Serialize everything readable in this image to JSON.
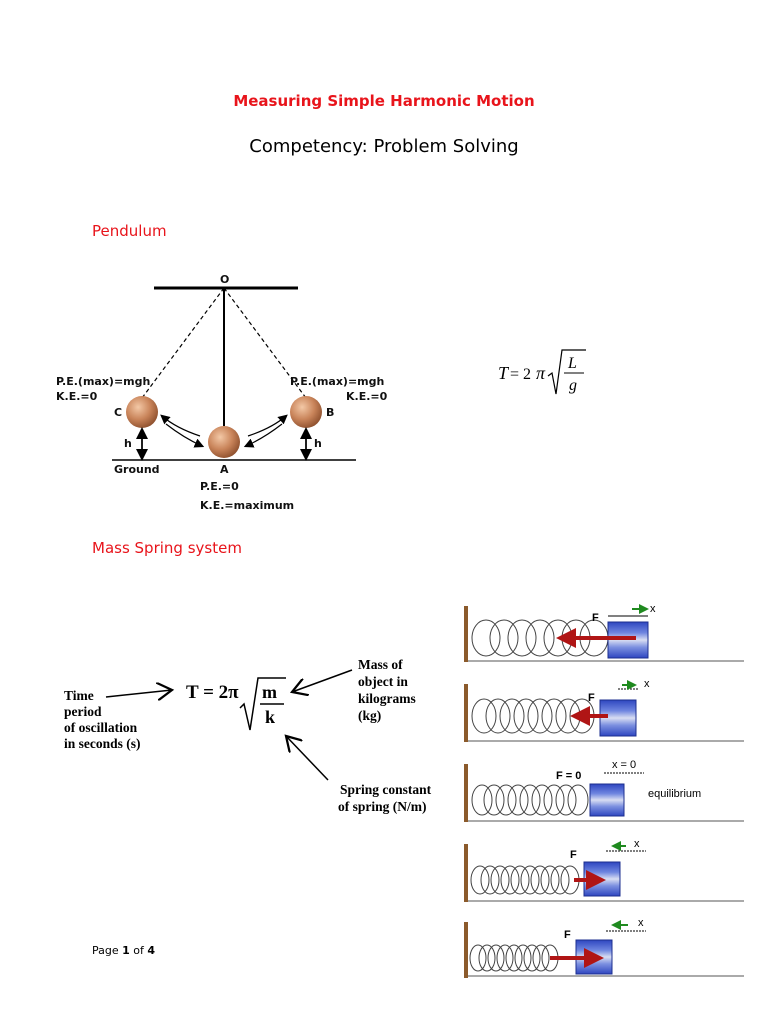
{
  "document": {
    "title": "Measuring Simple Harmonic Motion",
    "subtitle": "Competency: Problem Solving",
    "footer": {
      "prefix": "Page ",
      "page": "1",
      "middle": " of ",
      "total": "4"
    }
  },
  "pendulum": {
    "heading": "Pendulum",
    "pivot_label": "O",
    "left_energy_1": "P.E.(max)=mgh",
    "left_energy_2": "K.E.=0",
    "right_energy_1": "P.E.(max)=mgh",
    "right_energy_2": "K.E.=0",
    "label_c": "C",
    "label_b": "B",
    "label_a": "A",
    "height_label": "h",
    "ground_label": "Ground",
    "bottom_energy_1": "P.E.=0",
    "bottom_energy_2": "K.E.=maximum",
    "formula": {
      "lhs": "T",
      "eq": " = 2",
      "pi": "π",
      "num": "L",
      "den": "g"
    }
  },
  "mass_spring": {
    "heading": "Mass Spring system",
    "formula": {
      "lhs": "T = 2π",
      "num": "m",
      "den": "k"
    },
    "label_time": [
      "Time",
      "period",
      "of oscillation",
      "in seconds (s)"
    ],
    "label_mass": [
      "Mass of",
      "object in",
      "kilograms",
      "(kg)"
    ],
    "label_spring": [
      "Spring constant",
      "of spring (N/m)"
    ],
    "panels": [
      {
        "force": "F",
        "disp": "x"
      },
      {
        "force": "F",
        "disp": "x"
      },
      {
        "force": "F = 0",
        "disp": "x = 0",
        "note": "equilibrium"
      },
      {
        "force": "F",
        "disp": "x"
      },
      {
        "force": "F",
        "disp": "x"
      }
    ]
  },
  "colors": {
    "heading_red": "#e8141b",
    "bob": "#c9845a",
    "block_blue": "#3a55c9",
    "force_arrow": "#b01515",
    "disp_arrow": "#1f8a1f",
    "wall": "#8b5a2b"
  }
}
